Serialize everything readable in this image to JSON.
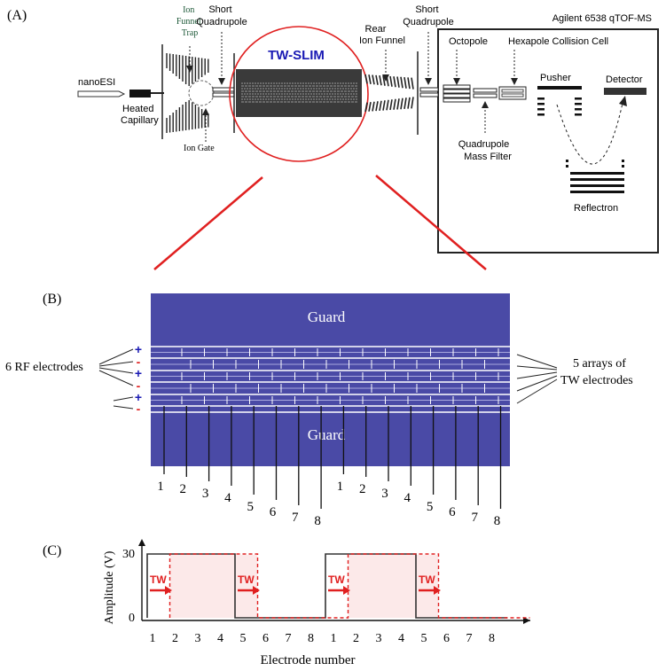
{
  "panel_labels": {
    "a": "(A)",
    "b": "(B)",
    "c": "(C)"
  },
  "panel_a": {
    "instrument": "Agilent 6538 qTOF-MS",
    "tw_slim": "TW-SLIM",
    "source": "nanoESI",
    "heated_capillary": [
      "Heated",
      "Capillary"
    ],
    "ion_funnel_trap": [
      "Ion",
      "Funnel",
      "Trap"
    ],
    "ion_gate": "Ion Gate",
    "short_quadrupole_1": [
      "Short",
      "Quadrupole"
    ],
    "rear_ion_funnel": [
      "Rear",
      "Ion Funnel"
    ],
    "short_quadrupole_2": [
      "Short",
      "Quadrupole"
    ],
    "octopole": "Octopole",
    "hexapole": "Hexapole Collision Cell",
    "quad_mass_filter": [
      "Quadrupole",
      "Mass Filter"
    ],
    "pusher": "Pusher",
    "detector": "Detector",
    "reflectron": "Reflectron",
    "colors": {
      "slim_title": "#1a1ab4",
      "highlight": "#e02020",
      "trap_text": "#1f5a3a"
    }
  },
  "panel_b": {
    "guard_top": "Guard",
    "guard_bottom": "Guard",
    "rf_label": "6 RF electrodes",
    "tw_label": [
      "5 arrays of",
      "TW electrodes"
    ],
    "rf_signs": [
      "+",
      "-",
      "+",
      "-",
      "+",
      "-"
    ],
    "electrode_numbers": [
      "1",
      "2",
      "3",
      "4",
      "5",
      "6",
      "7",
      "8",
      "1",
      "2",
      "3",
      "4",
      "5",
      "6",
      "7",
      "8"
    ],
    "colors": {
      "board": "#4a4aa6",
      "plus": "#1a1ab4",
      "minus": "#e02020"
    }
  },
  "panel_c": {
    "ylabel": "Amplitude (V)",
    "xlabel": "Electrode number",
    "yticks": [
      "30",
      "0"
    ],
    "xticks": [
      "1",
      "2",
      "3",
      "4",
      "5",
      "6",
      "7",
      "8",
      "1",
      "2",
      "3",
      "4",
      "5",
      "6",
      "7",
      "8"
    ],
    "tw_tag": "TW",
    "high_level": 30,
    "low_level": 0,
    "solid_wave": [
      30,
      30,
      30,
      30,
      0,
      0,
      0,
      0,
      30,
      30,
      30,
      30,
      0,
      0,
      0,
      0
    ],
    "shifted_wave": [
      30,
      30,
      30,
      30,
      0,
      0,
      0,
      0,
      30,
      30,
      30,
      30,
      0,
      0,
      0,
      0
    ],
    "colors": {
      "shift": "#e02020",
      "wave": "#333333"
    }
  }
}
